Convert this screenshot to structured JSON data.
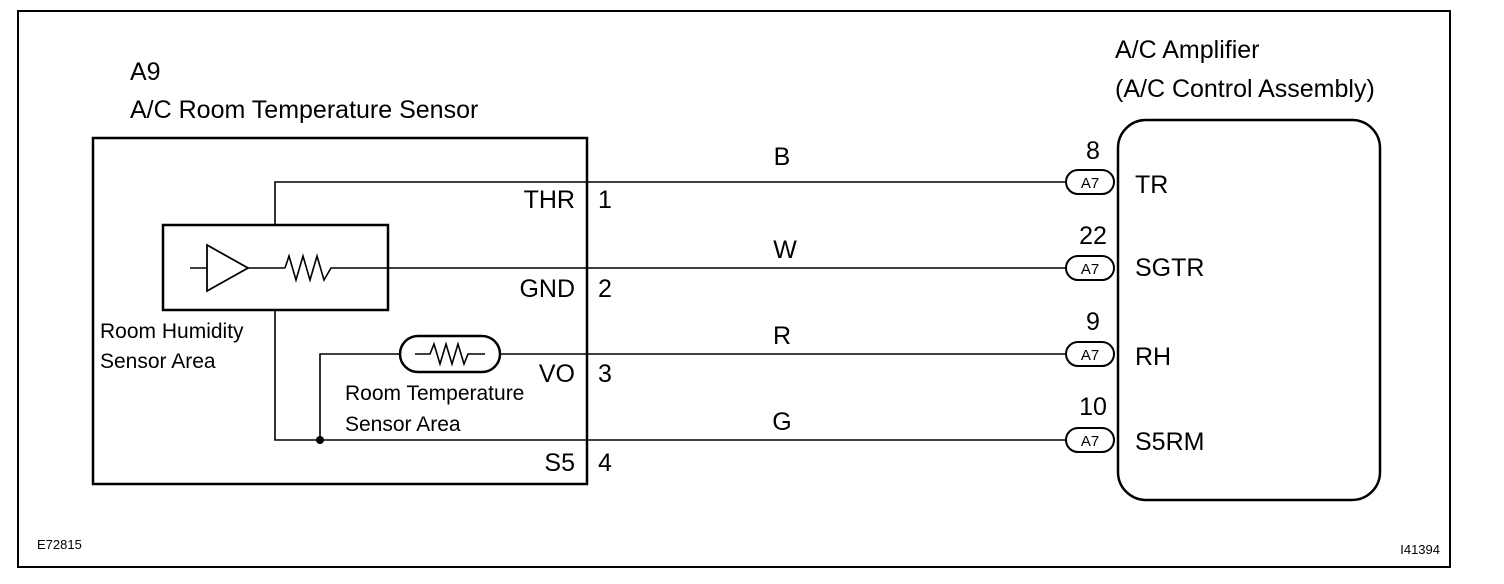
{
  "sensor": {
    "code": "A9",
    "name": "A/C Room Temperature Sensor",
    "humidity_area_line1": "Room Humidity",
    "humidity_area_line2": "Sensor Area",
    "temp_area_line1": "Room Temperature",
    "temp_area_line2": "Sensor Area",
    "pins": [
      {
        "name": "THR",
        "number": "1"
      },
      {
        "name": "GND",
        "number": "2"
      },
      {
        "name": "VO",
        "number": "3"
      },
      {
        "name": "S5",
        "number": "4"
      }
    ]
  },
  "amplifier": {
    "title_line1": "A/C Amplifier",
    "title_line2": "(A/C Control Assembly)",
    "terminals": [
      {
        "name": "TR",
        "pin": "8",
        "connector": "A7"
      },
      {
        "name": "SGTR",
        "pin": "22",
        "connector": "A7"
      },
      {
        "name": "RH",
        "pin": "9",
        "connector": "A7"
      },
      {
        "name": "S5RM",
        "pin": "10",
        "connector": "A7"
      }
    ]
  },
  "wires": [
    {
      "color": "B"
    },
    {
      "color": "W"
    },
    {
      "color": "R"
    },
    {
      "color": "G"
    }
  ],
  "footer": {
    "left_code": "E72815",
    "right_code": "I41394"
  }
}
